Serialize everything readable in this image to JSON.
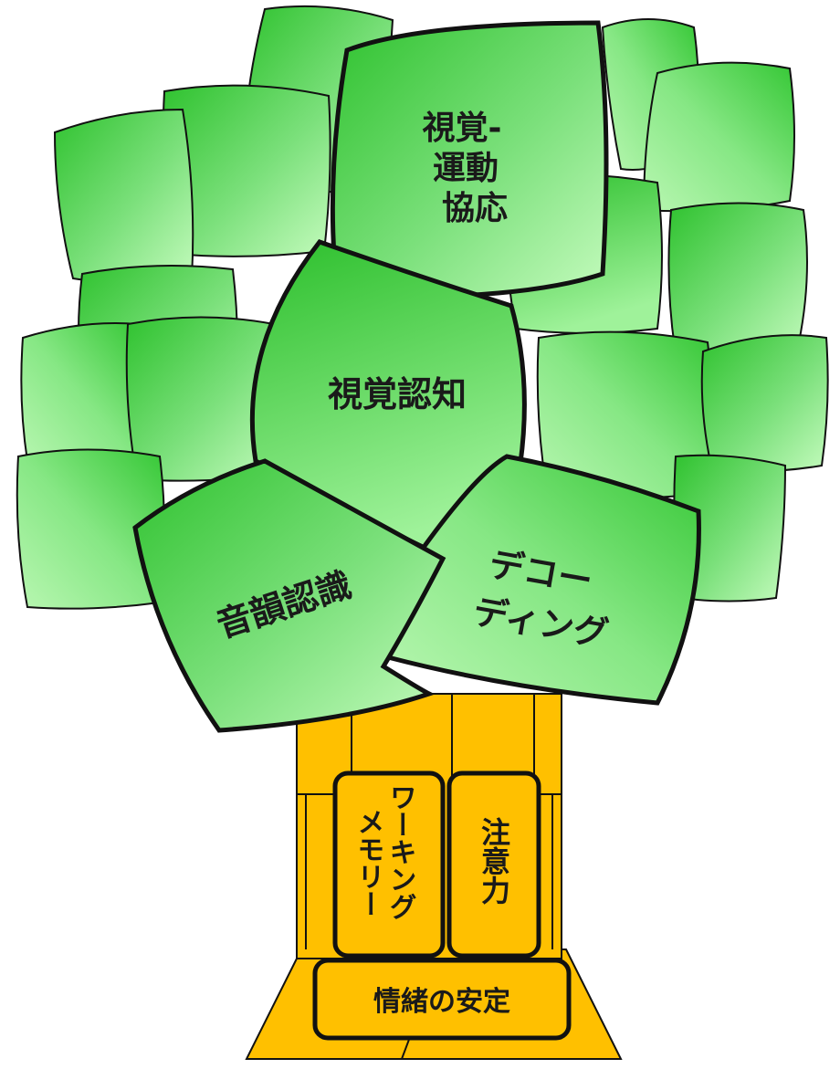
{
  "title": "",
  "colors": {
    "leaf_light": "#a8f5a0",
    "leaf_dark": "#2fc22f",
    "outline": "#111111",
    "trunk": "#ffc000",
    "trunk_dark": "#e8a800"
  },
  "leaves": {
    "visual_motor": [
      "視覚-",
      "運動",
      "協応"
    ],
    "visual_cognition": "視覚認知",
    "phonological": "音韻認識",
    "decoding": [
      "デコー",
      "ディング"
    ]
  },
  "trunk": {
    "working_memory": [
      "ワーキング",
      "メモリー"
    ],
    "attention": "注意力",
    "emotional_stability": "情緒の安定"
  }
}
